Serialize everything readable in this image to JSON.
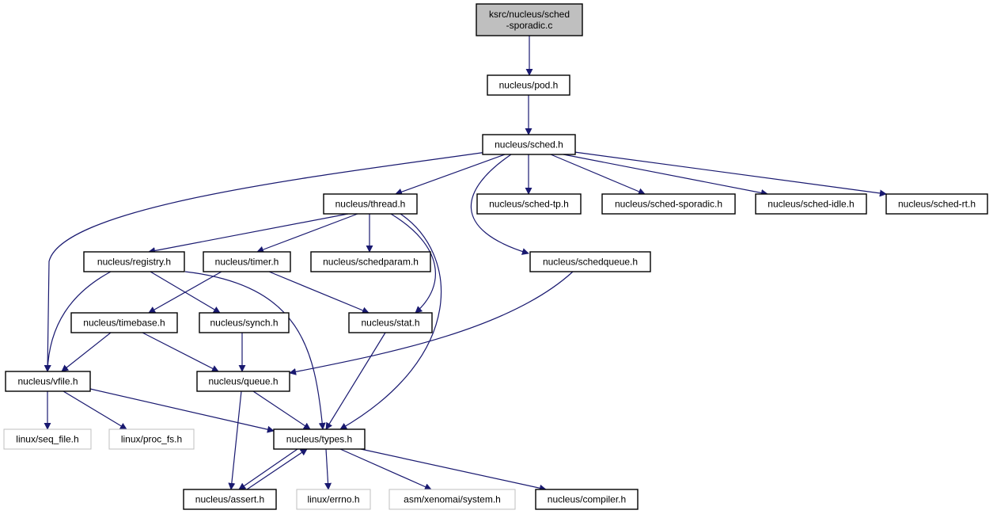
{
  "diagram": {
    "colors": {
      "edge": "#191970",
      "root_fill": "#bfbfbf",
      "external_stroke": "#bfbfbf",
      "node_stroke": "#000000"
    },
    "nodes": [
      {
        "id": "root",
        "lines": [
          "ksrc/nucleus/sched",
          "-sporadic.c"
        ],
        "kind": "root"
      },
      {
        "id": "pod",
        "lines": [
          "nucleus/pod.h"
        ],
        "kind": "normal"
      },
      {
        "id": "sched",
        "lines": [
          "nucleus/sched.h"
        ],
        "kind": "normal"
      },
      {
        "id": "thread",
        "lines": [
          "nucleus/thread.h"
        ],
        "kind": "normal"
      },
      {
        "id": "sched_tp",
        "lines": [
          "nucleus/sched-tp.h"
        ],
        "kind": "normal"
      },
      {
        "id": "sched_sporadic",
        "lines": [
          "nucleus/sched-sporadic.h"
        ],
        "kind": "normal"
      },
      {
        "id": "sched_idle",
        "lines": [
          "nucleus/sched-idle.h"
        ],
        "kind": "normal"
      },
      {
        "id": "sched_rt",
        "lines": [
          "nucleus/sched-rt.h"
        ],
        "kind": "normal"
      },
      {
        "id": "registry",
        "lines": [
          "nucleus/registry.h"
        ],
        "kind": "normal"
      },
      {
        "id": "timer",
        "lines": [
          "nucleus/timer.h"
        ],
        "kind": "normal"
      },
      {
        "id": "schedparam",
        "lines": [
          "nucleus/schedparam.h"
        ],
        "kind": "normal"
      },
      {
        "id": "schedqueue",
        "lines": [
          "nucleus/schedqueue.h"
        ],
        "kind": "normal"
      },
      {
        "id": "timebase",
        "lines": [
          "nucleus/timebase.h"
        ],
        "kind": "normal"
      },
      {
        "id": "synch",
        "lines": [
          "nucleus/synch.h"
        ],
        "kind": "normal"
      },
      {
        "id": "stat",
        "lines": [
          "nucleus/stat.h"
        ],
        "kind": "normal"
      },
      {
        "id": "vfile",
        "lines": [
          "nucleus/vfile.h"
        ],
        "kind": "normal"
      },
      {
        "id": "queue",
        "lines": [
          "nucleus/queue.h"
        ],
        "kind": "normal"
      },
      {
        "id": "seq_file",
        "lines": [
          "linux/seq_file.h"
        ],
        "kind": "external"
      },
      {
        "id": "proc_fs",
        "lines": [
          "linux/proc_fs.h"
        ],
        "kind": "external"
      },
      {
        "id": "types",
        "lines": [
          "nucleus/types.h"
        ],
        "kind": "normal"
      },
      {
        "id": "assert",
        "lines": [
          "nucleus/assert.h"
        ],
        "kind": "normal"
      },
      {
        "id": "errno",
        "lines": [
          "linux/errno.h"
        ],
        "kind": "external"
      },
      {
        "id": "system",
        "lines": [
          "asm/xenomai/system.h"
        ],
        "kind": "external"
      },
      {
        "id": "compiler",
        "lines": [
          "nucleus/compiler.h"
        ],
        "kind": "normal"
      }
    ],
    "edges": [
      {
        "from": "root",
        "to": "pod"
      },
      {
        "from": "pod",
        "to": "sched"
      },
      {
        "from": "sched",
        "to": "vfile"
      },
      {
        "from": "sched",
        "to": "thread"
      },
      {
        "from": "sched",
        "to": "schedqueue"
      },
      {
        "from": "sched",
        "to": "sched_tp"
      },
      {
        "from": "sched",
        "to": "sched_sporadic"
      },
      {
        "from": "sched",
        "to": "sched_idle"
      },
      {
        "from": "sched",
        "to": "sched_rt"
      },
      {
        "from": "thread",
        "to": "registry"
      },
      {
        "from": "thread",
        "to": "timer"
      },
      {
        "from": "thread",
        "to": "schedparam"
      },
      {
        "from": "thread",
        "to": "stat"
      },
      {
        "from": "thread",
        "to": "types"
      },
      {
        "from": "registry",
        "to": "vfile"
      },
      {
        "from": "registry",
        "to": "synch"
      },
      {
        "from": "registry",
        "to": "types"
      },
      {
        "from": "timer",
        "to": "timebase"
      },
      {
        "from": "timer",
        "to": "stat"
      },
      {
        "from": "schedqueue",
        "to": "queue"
      },
      {
        "from": "timebase",
        "to": "vfile"
      },
      {
        "from": "timebase",
        "to": "queue"
      },
      {
        "from": "synch",
        "to": "queue"
      },
      {
        "from": "stat",
        "to": "types"
      },
      {
        "from": "vfile",
        "to": "seq_file"
      },
      {
        "from": "vfile",
        "to": "proc_fs"
      },
      {
        "from": "vfile",
        "to": "types"
      },
      {
        "from": "queue",
        "to": "types"
      },
      {
        "from": "queue",
        "to": "assert"
      },
      {
        "from": "types",
        "to": "assert"
      },
      {
        "from": "assert",
        "to": "types"
      },
      {
        "from": "types",
        "to": "errno"
      },
      {
        "from": "types",
        "to": "system"
      },
      {
        "from": "types",
        "to": "compiler"
      }
    ]
  }
}
